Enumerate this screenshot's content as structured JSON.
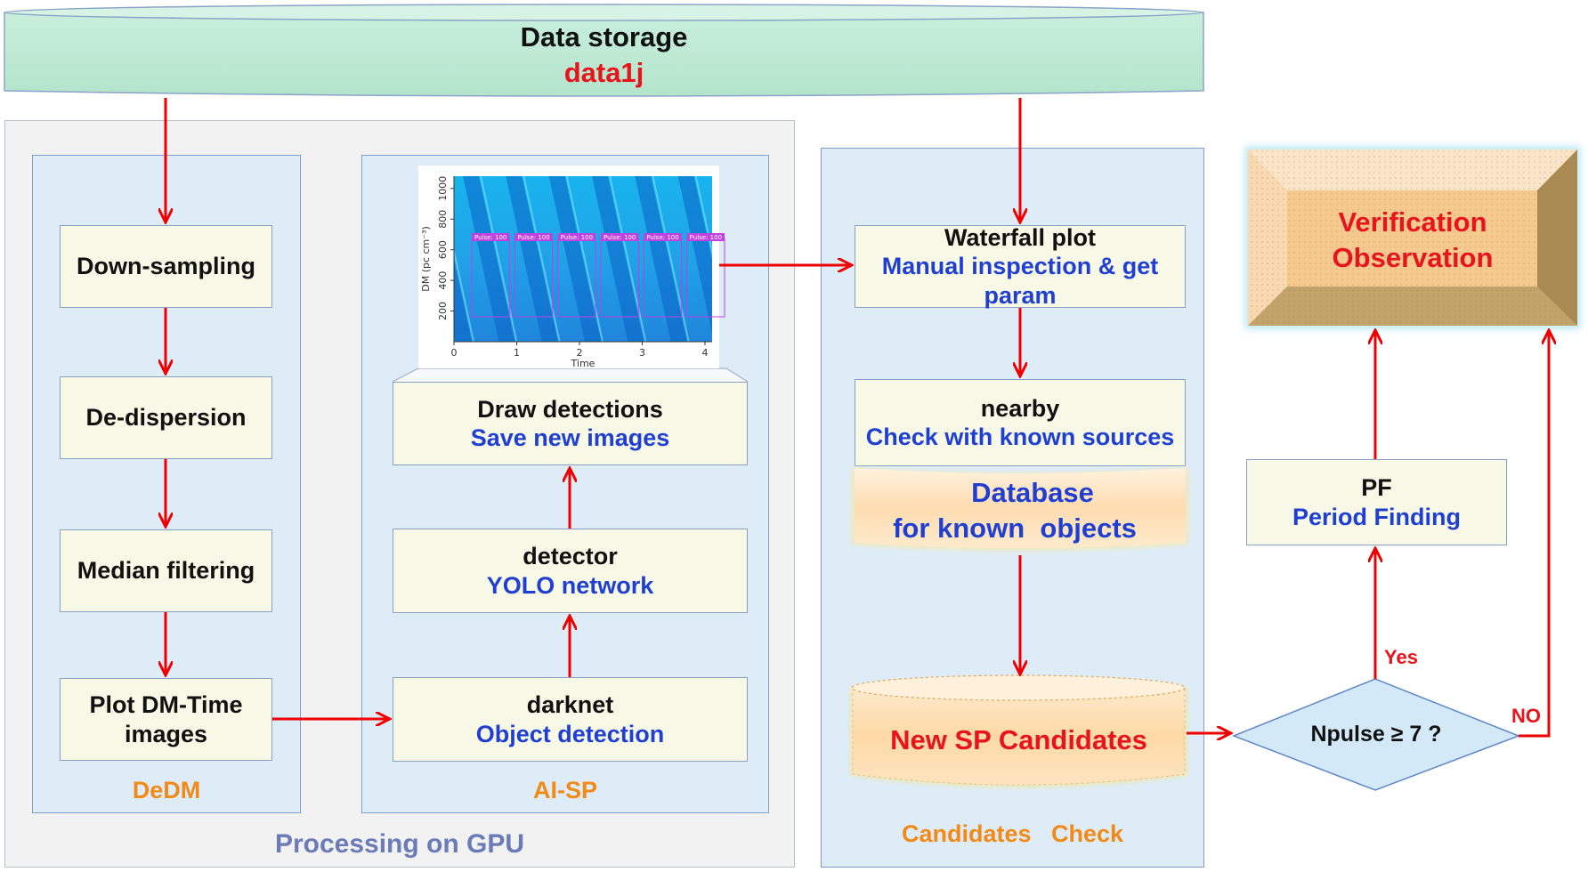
{
  "storage": {
    "title": "Data storage",
    "subtitle": "data1j"
  },
  "gpu_panel": {
    "label": "Processing on GPU"
  },
  "dedm": {
    "label": "DeDM",
    "steps": [
      "Down-sampling",
      "De-dispersion",
      "Median filtering",
      "Plot DM-Time images"
    ]
  },
  "aisp": {
    "label": "AI-SP",
    "darknet": {
      "title": "darknet",
      "sub": "Object detection"
    },
    "detector": {
      "title": "detector",
      "sub": "YOLO network"
    },
    "draw": {
      "title": "Draw detections",
      "sub": "Save new images"
    }
  },
  "plot": {
    "ylabel": "DM (pc cm⁻³)",
    "xlabel": "Time",
    "yticks": [
      "200",
      "400",
      "600",
      "800",
      "1000"
    ],
    "xticks": [
      "0",
      "1",
      "2",
      "3",
      "4"
    ],
    "pulse_label": "Pulse: 100"
  },
  "check": {
    "label": "Candidates   Check",
    "waterfall": {
      "title": "Waterfall plot",
      "sub": "Manual inspection & get param"
    },
    "nearby": {
      "title": "nearby",
      "sub": "Check with known sources"
    },
    "database": {
      "line1": "Database",
      "line2": "for known  objects"
    },
    "candidates": "New SP Candidates"
  },
  "decision": {
    "text": "Npulse ≥ 7 ?",
    "yes": "Yes",
    "no": "NO"
  },
  "pf": {
    "title": "PF",
    "sub": "Period Finding"
  },
  "verify": {
    "line1": "Verification",
    "line2": "Observation"
  },
  "colors": {
    "arrow": "#ee0000",
    "storage": "#bfe9d5",
    "lane": "#deecf8",
    "box": "#f8f8e6",
    "accent_blue": "#1f3fd2",
    "accent_orange": "#f28a18"
  }
}
